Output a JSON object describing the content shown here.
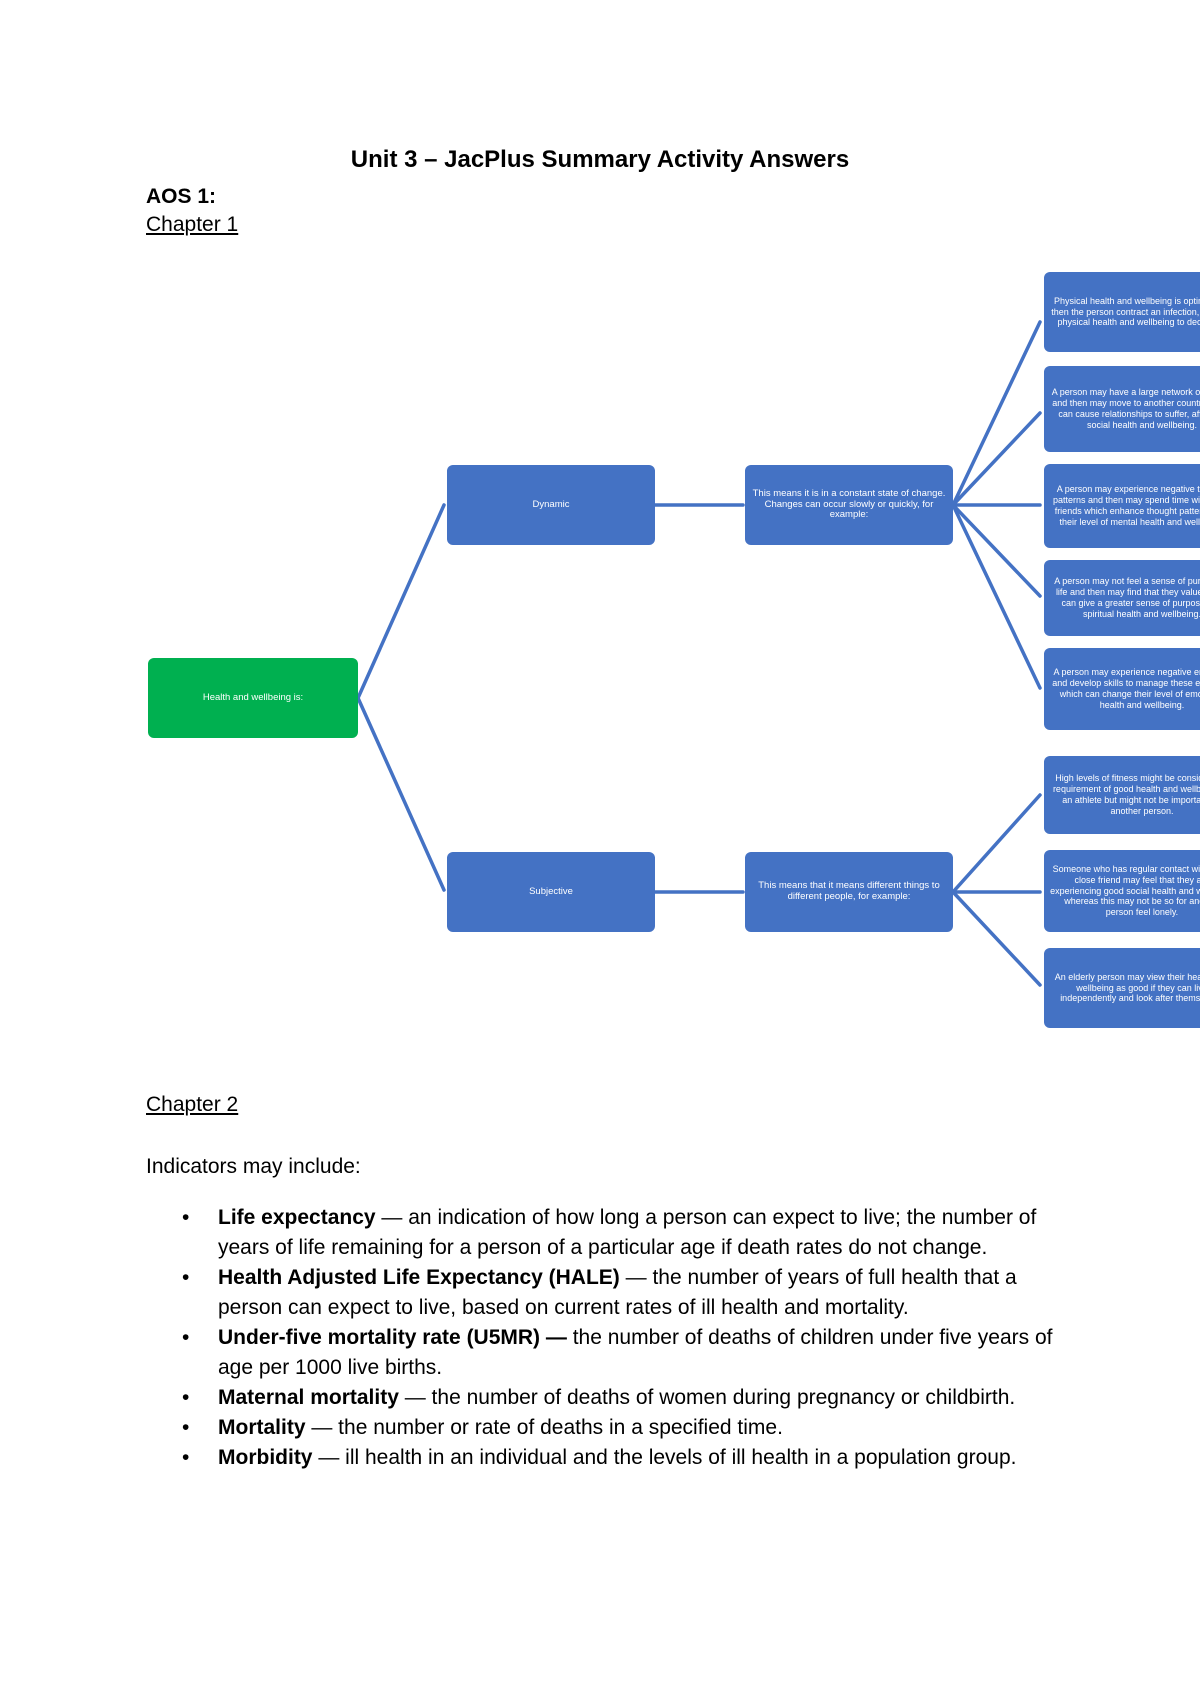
{
  "document": {
    "title": "Unit 3 – JacPlus Summary Activity Answers",
    "aos_label": "AOS 1:",
    "chapter1_heading": "Chapter 1",
    "chapter2_heading": "Chapter 2"
  },
  "colors": {
    "root_node": "#00B050",
    "nodes": "#4472C4",
    "connectors": "#4472C4"
  },
  "diagram": {
    "root": "Health and wellbeing is:",
    "branches": [
      {
        "label": "Dynamic",
        "explanation": "This means it is in a constant state of change. Changes can occur slowly or quickly, for example:",
        "examples": [
          "Physical health and wellbeing is optimal and then the person contract an infection, causing physical health and wellbeing to decrease.",
          "A person may have a large network of friends and then may move to another country which can cause relationships to suffer, affecting social health and wellbeing.",
          "A person may experience negative thought patterns and then may spend time with close friends which enhance thought patterns and their level of mental health and wellbeing.",
          "A person may not feel a sense of purpose in life and then may find that they value which can give a greater sense of purpose and spiritual health and wellbeing.",
          "A person may experience negative emotions and develop skills to manage these emotions which can change their level of emotional health and wellbeing."
        ]
      },
      {
        "label": "Subjective",
        "explanation": "This means that it means different things to different people, for example:",
        "examples": [
          "High levels of fitness might be considered a requirement of good health and wellbeing for an athlete but might not be important for another person.",
          "Someone who has regular contact with one's close friend may feel that they are experiencing good social health and wellbeing whereas this may not be so for another person feel lonely.",
          "An elderly person may view their health and wellbeing as good if they can live independently and look after themselves."
        ]
      }
    ]
  },
  "indicators": {
    "intro": "Indicators may include:",
    "items": [
      {
        "term": "Life expectancy",
        "definition": " — an indication of how long a person can expect to live; the number of years of life remaining for a person of a particular age if death rates do not change."
      },
      {
        "term": "Health Adjusted Life Expectancy (HALE)",
        "definition": " — the number of years of full health that a person can expect to live, based on current rates of ill health and mortality."
      },
      {
        "term": "Under-five mortality rate (U5MR) —",
        "definition": " the number of deaths of children under five years of age per 1000 live births."
      },
      {
        "term": "Maternal mortality",
        "definition": " — the number of deaths of women during pregnancy or childbirth."
      },
      {
        "term": "Mortality",
        "definition": " — the number or rate of deaths in a specified time."
      },
      {
        "term": "Morbidity",
        "definition": " — ill health in an individual and the levels of ill health in a population group."
      }
    ]
  }
}
